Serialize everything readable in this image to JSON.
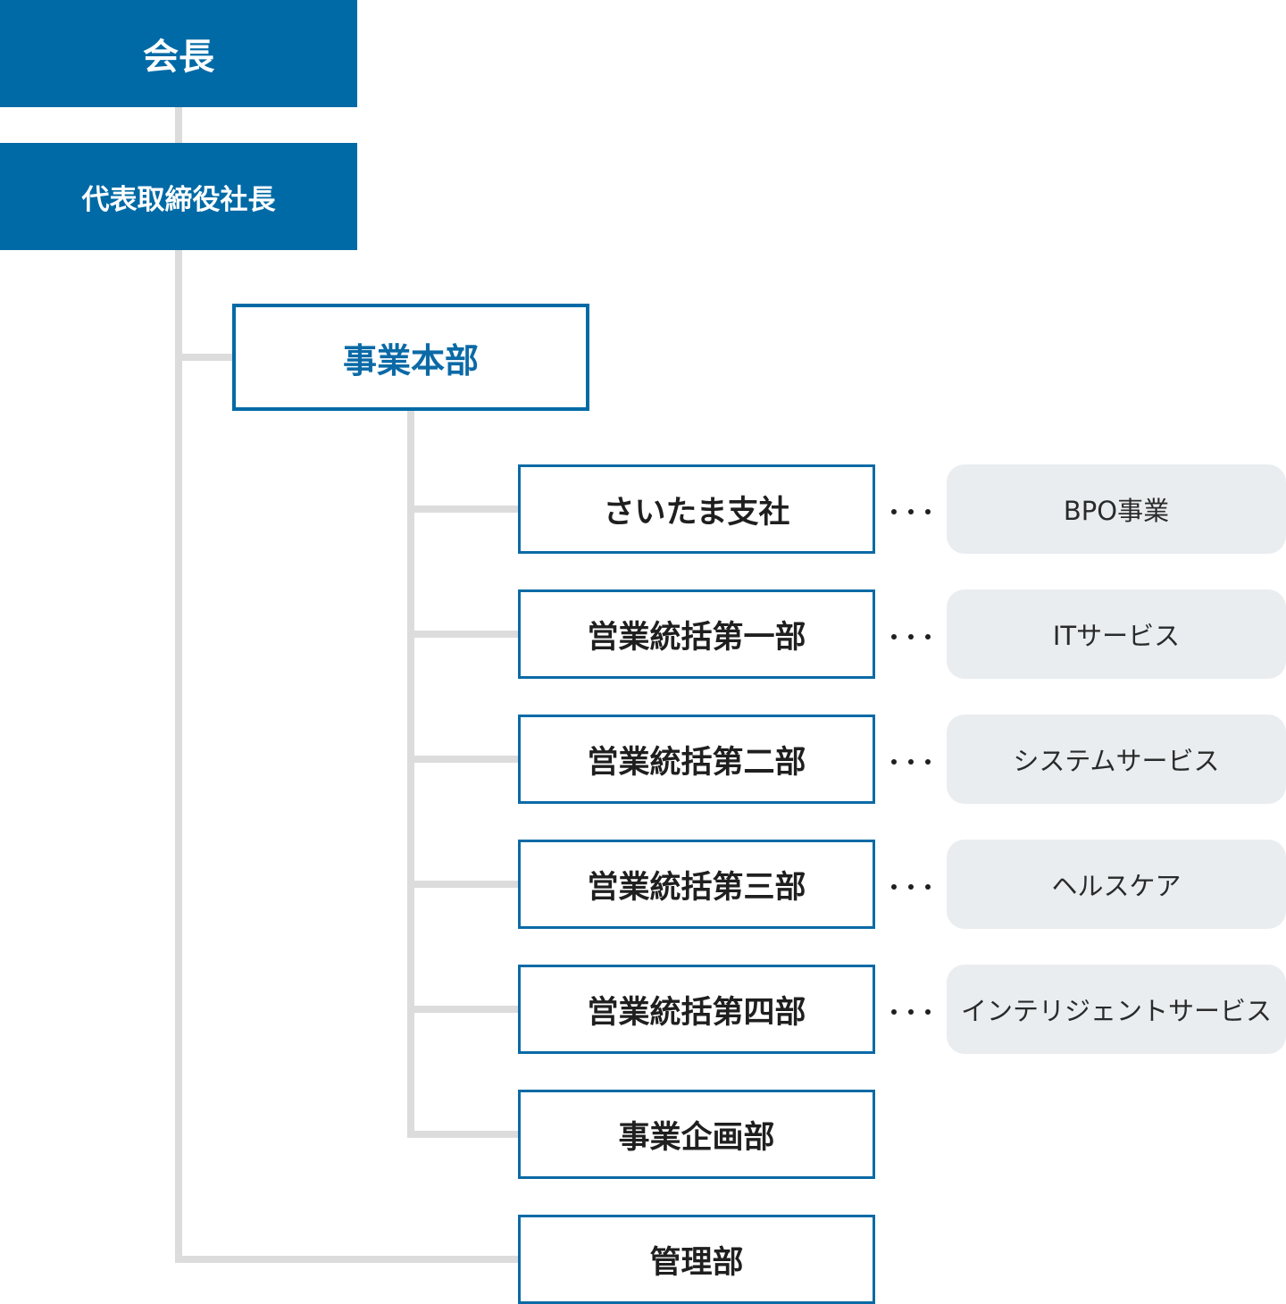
{
  "top": {
    "chairman": "会長",
    "president": "代表取締役社長"
  },
  "headquarters": "事業本部",
  "branches": [
    {
      "name": "さいたま支社",
      "business": "BPO事業"
    },
    {
      "name": "営業統括第一部",
      "business": "ITサービス"
    },
    {
      "name": "営業統括第二部",
      "business": "システムサービス"
    },
    {
      "name": "営業統括第三部",
      "business": "ヘルスケア"
    },
    {
      "name": "営業統括第四部",
      "business": "インテリジェントサービス"
    },
    {
      "name": "事業企画部",
      "business": ""
    }
  ],
  "admin": "管理部",
  "colors": {
    "brand_blue": "#006aa6",
    "connector_gray": "#dcdcdc",
    "pill_bg": "#e9edf0"
  }
}
